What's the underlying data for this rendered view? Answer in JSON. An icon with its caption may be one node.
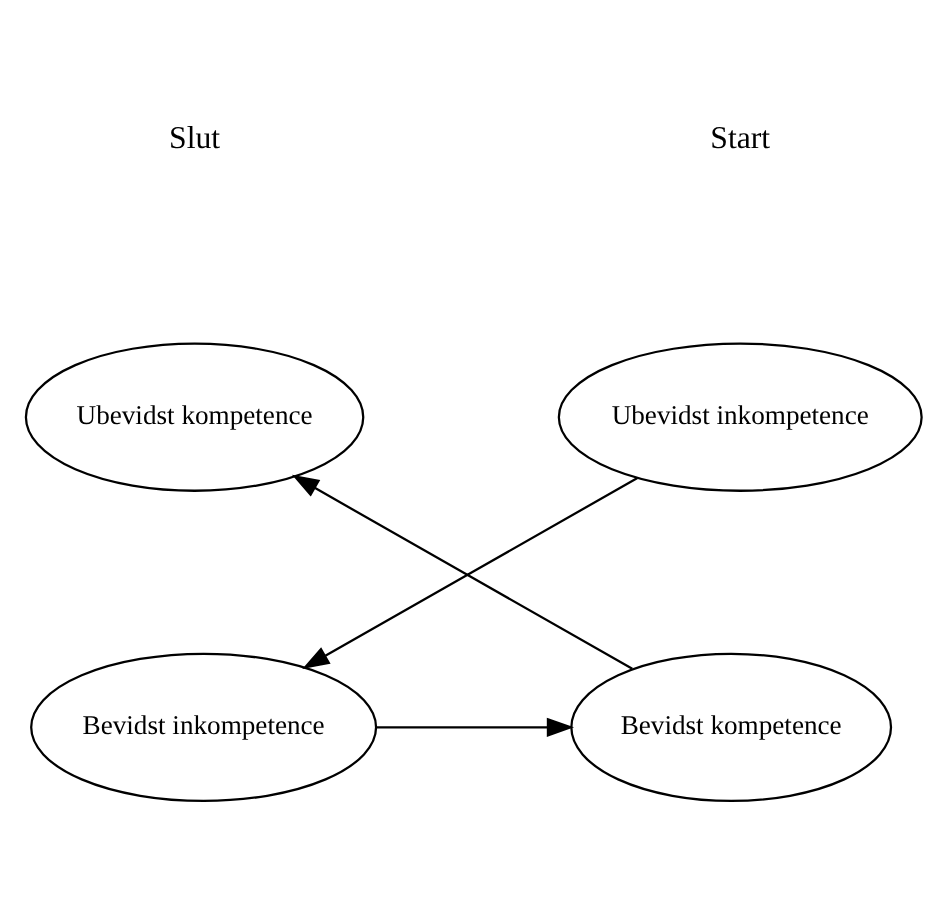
{
  "diagram": {
    "nodes": [
      {
        "text": [
          "Ubevidst kompetence"
        ]
      },
      {
        "text": [
          "Ubevidst inkompetence"
        ]
      },
      {
        "text": [
          "Bevidst kompetence"
        ]
      },
      {
        "text": [
          "Bevidst inkompetence"
        ]
      }
    ],
    "edges": [
      {
        "from": 1,
        "to": 3,
        "arrow": "to"
      },
      {
        "from": 3,
        "to": 2,
        "arrow": "to"
      },
      {
        "from": 2,
        "to": 0,
        "arrow": "to"
      }
    ],
    "labels": [
      "Slut",
      "Start"
    ]
  }
}
